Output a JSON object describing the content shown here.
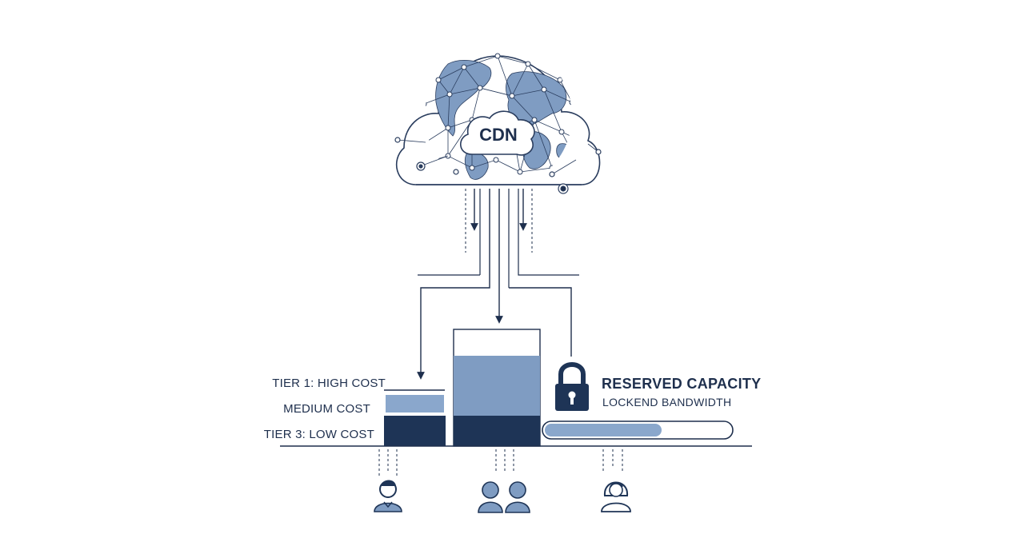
{
  "cloud": {
    "label": "CDN"
  },
  "tiers": [
    {
      "label": "TIER 1: HIGH COST"
    },
    {
      "label": "MEDIUM COST"
    },
    {
      "label": "TIER 3: LOW COST"
    }
  ],
  "reserved": {
    "title": "RESERVED CAPACITY",
    "subtitle": "LOCKEND BANDWIDTH",
    "fill_fraction": 0.63
  },
  "icons": {
    "cloud": "cdn-cloud-icon",
    "globe": "globe-network-icon",
    "lock": "padlock-icon",
    "users": [
      "user-icon",
      "user-group-icon",
      "user-female-icon"
    ]
  },
  "colors": {
    "dark_navy": "#1e3456",
    "medium_blue": "#7f9cc2",
    "light_blue": "#8aa7cc",
    "line": "#1e2f4d"
  }
}
